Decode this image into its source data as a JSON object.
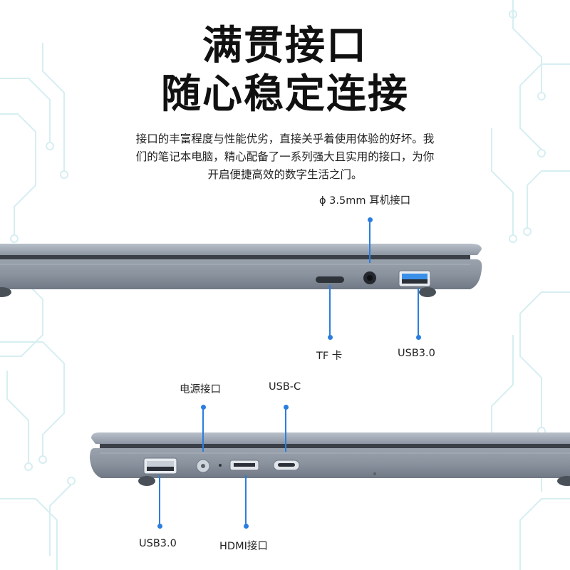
{
  "title": {
    "line1": "满贯接口",
    "line2": "随心稳定连接"
  },
  "description": {
    "line1": "接口的丰富程度与性能优劣，直接关乎着使用体验的好坏。我",
    "line2": "们的笔记本电脑，精心配备了一系列强大且实用的接口，为你",
    "line3": "开启便捷高效的数字生活之门。"
  },
  "ports_top": {
    "audio": "ϕ 3.5mm 耳机接口",
    "tf": "TF 卡",
    "usb": "USB3.0"
  },
  "ports_bottom": {
    "power": "电源接口",
    "usbc": "USB-C",
    "usb": "USB3.0",
    "hdmi": "HDMI接口"
  },
  "colors": {
    "accent": "#2b7ee0",
    "laptop_body": "#8a939e",
    "usb_blue": "#3a8fe8",
    "circuit": "#cfe9ee"
  }
}
